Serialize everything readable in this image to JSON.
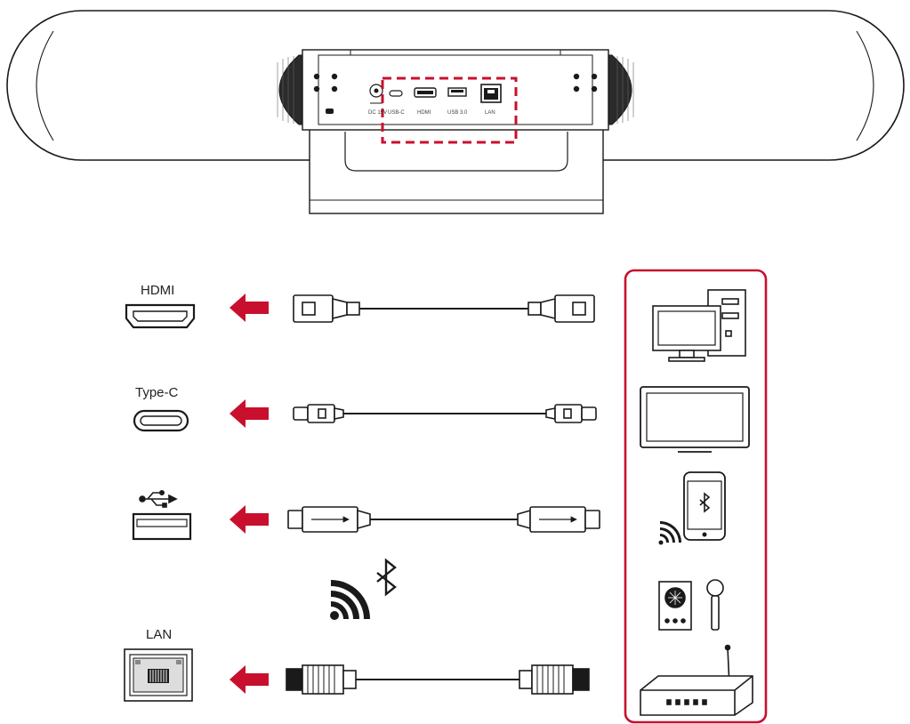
{
  "colors": {
    "accent": "#c8102e",
    "line": "#1a1a1a",
    "light_stroke": "#555555",
    "port_fill": "#ffffff"
  },
  "device": {
    "name": "video-bar",
    "port_labels": [
      "DC 19V",
      "USB-C",
      "HDMI",
      "USB 3.0",
      "LAN"
    ]
  },
  "connections": [
    {
      "id": "hdmi",
      "label": "HDMI",
      "icon": "hdmi-port-icon"
    },
    {
      "id": "type-c",
      "label": "Type-C",
      "icon": "usb-c-port-icon"
    },
    {
      "id": "usb",
      "label": "",
      "icon": "usb-port-icon"
    },
    {
      "id": "lan",
      "label": "LAN",
      "icon": "ethernet-port-icon"
    }
  ],
  "wireless": {
    "icon": "wireless-bluetooth-icon"
  },
  "sources": [
    {
      "icon": "desktop-computer-icon"
    },
    {
      "icon": "display-monitor-icon"
    },
    {
      "icon": "bluetooth-phone-icon"
    },
    {
      "icon": "speaker-microphone-icon"
    },
    {
      "icon": "network-router-icon"
    }
  ]
}
